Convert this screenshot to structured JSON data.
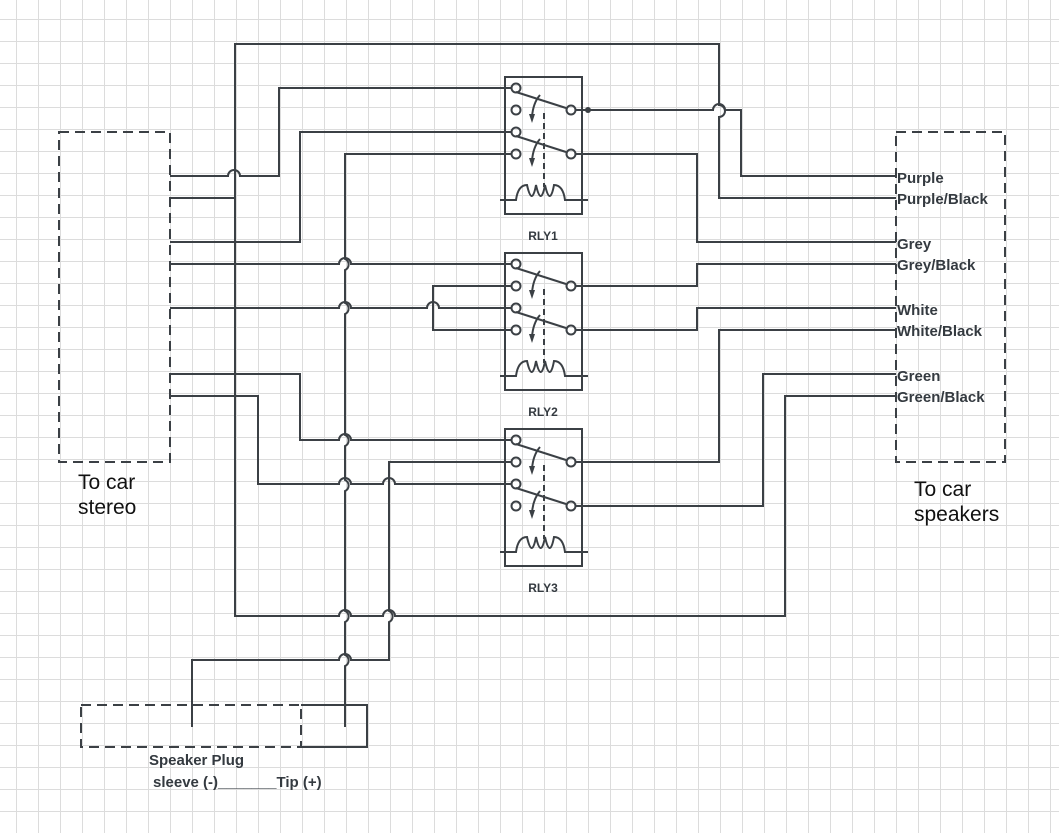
{
  "diagram": {
    "stereo_label_line1": "To car",
    "stereo_label_line2": "stereo",
    "speakers_label_line1": "To car",
    "speakers_label_line2": "speakers",
    "relays": [
      {
        "name": "RLY1"
      },
      {
        "name": "RLY2"
      },
      {
        "name": "RLY3"
      }
    ],
    "speaker_wires": [
      "Purple",
      "Purple/Black",
      "Grey",
      "Grey/Black",
      "White",
      "White/Black",
      "Green",
      "Green/Black"
    ],
    "plug": {
      "title": "Speaker Plug",
      "sleeve": "sleeve (-)",
      "separator": "_______",
      "tip": "Tip (+)"
    },
    "colors": {
      "line": "#3b4045",
      "grid": "#dcdcdc",
      "text": "#343a40"
    }
  }
}
